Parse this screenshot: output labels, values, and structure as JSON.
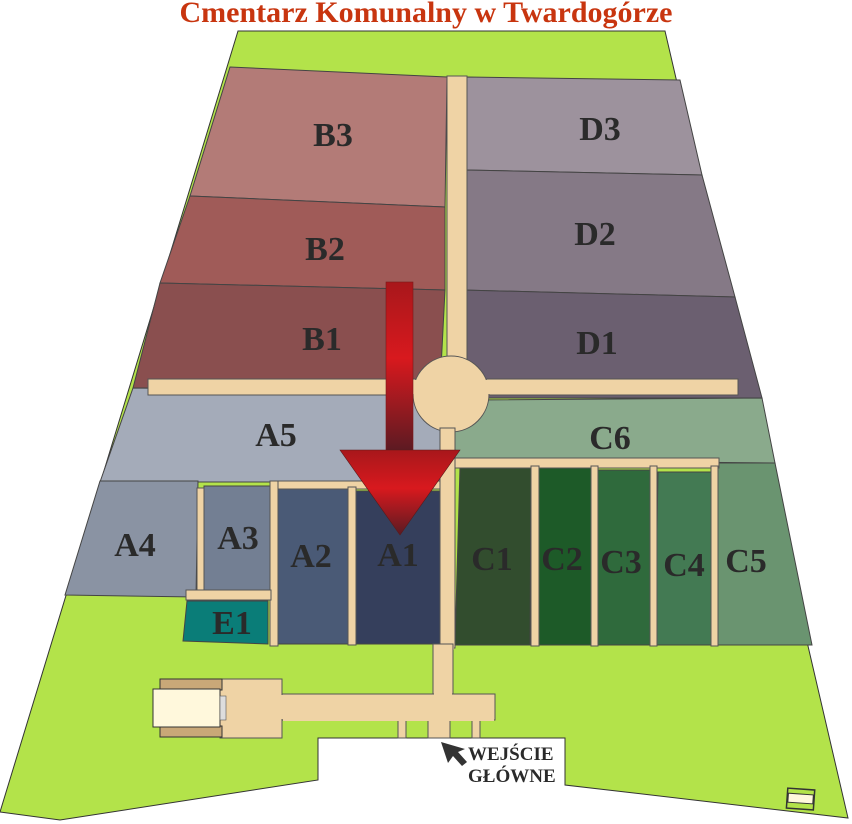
{
  "title": "Cmentarz Komunalny w Twardogórze",
  "entrance": {
    "line1": "WEJŚCIE",
    "line2": "GŁÓWNE",
    "icon": "cursor-arrow-icon"
  },
  "colors": {
    "title": "#c8350f",
    "lawn": "#b3e34a",
    "road": "#efd3a5",
    "arrow": "#c0161a"
  },
  "sections": {
    "B3": {
      "label": "B3",
      "color": "#b37b77"
    },
    "B2": {
      "label": "B2",
      "color": "#a05b58"
    },
    "B1": {
      "label": "B1",
      "color": "#8a4f4f"
    },
    "D3": {
      "label": "D3",
      "color": "#9d929d"
    },
    "D2": {
      "label": "D2",
      "color": "#857986"
    },
    "D1": {
      "label": "D1",
      "color": "#6b5f70"
    },
    "A5": {
      "label": "A5",
      "color": "#a4abb9"
    },
    "A4": {
      "label": "A4",
      "color": "#8a93a3"
    },
    "A3": {
      "label": "A3",
      "color": "#737f93"
    },
    "A2": {
      "label": "A2",
      "color": "#4a5a76"
    },
    "A1": {
      "label": "A1",
      "color": "#353f5c"
    },
    "E1": {
      "label": "E1",
      "color": "#0a7d78"
    },
    "C6": {
      "label": "C6",
      "color": "#8aaa8c"
    },
    "C1": {
      "label": "C1",
      "color": "#324d2e"
    },
    "C2": {
      "label": "C2",
      "color": "#1d5a28"
    },
    "C3": {
      "label": "C3",
      "color": "#2f6a3c"
    },
    "C4": {
      "label": "C4",
      "color": "#437a53"
    },
    "C5": {
      "label": "C5",
      "color": "#6a9470"
    }
  }
}
